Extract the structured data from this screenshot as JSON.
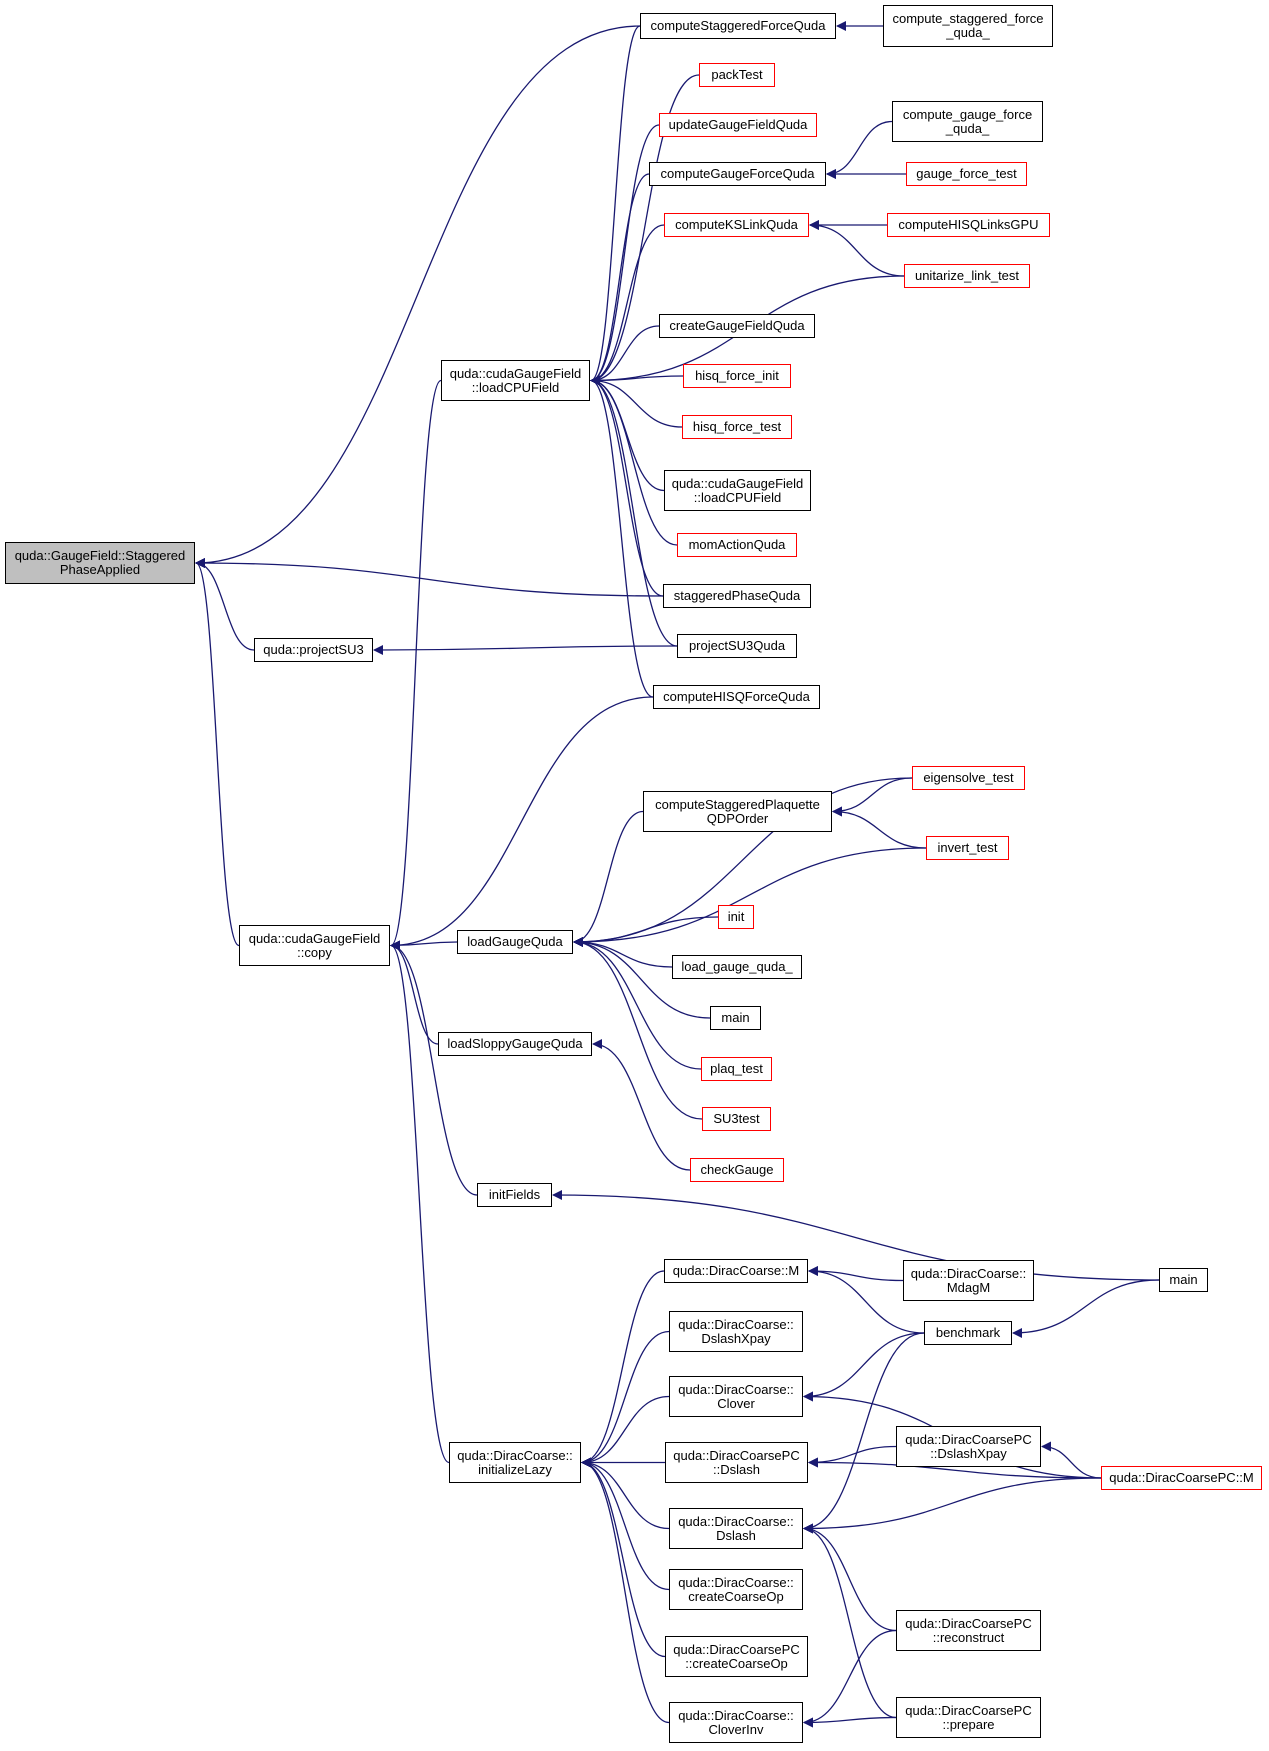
{
  "colors": {
    "edge": "#191970",
    "border_default": "#000000",
    "border_red": "#ff0000",
    "focus_fill": "#bfbfbf"
  },
  "nodes": [
    {
      "id": "n0",
      "label": "quda::GaugeField::Staggered\nPhaseApplied",
      "border": "black",
      "focus": true
    },
    {
      "id": "n1",
      "label": "quda::cudaGaugeField\n::loadCPUField",
      "border": "black"
    },
    {
      "id": "n2",
      "label": "quda::projectSU3",
      "border": "black"
    },
    {
      "id": "n3",
      "label": "quda::cudaGaugeField\n::copy",
      "border": "black"
    },
    {
      "id": "n4",
      "label": "computeStaggeredForceQuda",
      "border": "black"
    },
    {
      "id": "n5",
      "label": "compute_staggered_force\n_quda_",
      "border": "black"
    },
    {
      "id": "n6",
      "label": "packTest",
      "border": "red"
    },
    {
      "id": "n7",
      "label": "updateGaugeFieldQuda",
      "border": "red"
    },
    {
      "id": "n8",
      "label": "computeGaugeForceQuda",
      "border": "black"
    },
    {
      "id": "n9",
      "label": "compute_gauge_force\n_quda_",
      "border": "black"
    },
    {
      "id": "n10",
      "label": "gauge_force_test",
      "border": "red"
    },
    {
      "id": "n11",
      "label": "computeKSLinkQuda",
      "border": "red"
    },
    {
      "id": "n12",
      "label": "computeHISQLinksGPU",
      "border": "red"
    },
    {
      "id": "n13",
      "label": "unitarize_link_test",
      "border": "red"
    },
    {
      "id": "n14",
      "label": "createGaugeFieldQuda",
      "border": "black"
    },
    {
      "id": "n15",
      "label": "hisq_force_init",
      "border": "red"
    },
    {
      "id": "n16",
      "label": "hisq_force_test",
      "border": "red"
    },
    {
      "id": "n17",
      "label": "quda::cudaGaugeField\n::loadCPUField",
      "border": "black"
    },
    {
      "id": "n18",
      "label": "momActionQuda",
      "border": "red"
    },
    {
      "id": "n19",
      "label": "staggeredPhaseQuda",
      "border": "black"
    },
    {
      "id": "n20",
      "label": "projectSU3Quda",
      "border": "black"
    },
    {
      "id": "n21",
      "label": "computeHISQForceQuda",
      "border": "black"
    },
    {
      "id": "n22",
      "label": "computeStaggeredPlaquette\nQDPOrder",
      "border": "black"
    },
    {
      "id": "n23",
      "label": "eigensolve_test",
      "border": "red"
    },
    {
      "id": "n24",
      "label": "invert_test",
      "border": "red"
    },
    {
      "id": "n25",
      "label": "loadGaugeQuda",
      "border": "black"
    },
    {
      "id": "n26",
      "label": "init",
      "border": "red"
    },
    {
      "id": "n27",
      "label": "load_gauge_quda_",
      "border": "black"
    },
    {
      "id": "n28",
      "label": "main",
      "border": "black"
    },
    {
      "id": "n29",
      "label": "plaq_test",
      "border": "red"
    },
    {
      "id": "n30",
      "label": "SU3test",
      "border": "red"
    },
    {
      "id": "n31",
      "label": "loadSloppyGaugeQuda",
      "border": "black"
    },
    {
      "id": "n32",
      "label": "checkGauge",
      "border": "red"
    },
    {
      "id": "n33",
      "label": "initFields",
      "border": "black"
    },
    {
      "id": "n34",
      "label": "main",
      "border": "black"
    },
    {
      "id": "n35",
      "label": "quda::DiracCoarse::M",
      "border": "black"
    },
    {
      "id": "n36",
      "label": "quda::DiracCoarse::\nMdagM",
      "border": "black"
    },
    {
      "id": "n37",
      "label": "benchmark",
      "border": "black"
    },
    {
      "id": "n38",
      "label": "quda::DiracCoarse::\nDslashXpay",
      "border": "black"
    },
    {
      "id": "n39",
      "label": "quda::DiracCoarse::\nClover",
      "border": "black"
    },
    {
      "id": "n40",
      "label": "quda::DiracCoarsePC\n::DslashXpay",
      "border": "black"
    },
    {
      "id": "n41",
      "label": "quda::DiracCoarse::\ninitializeLazy",
      "border": "black"
    },
    {
      "id": "n42",
      "label": "quda::DiracCoarsePC\n::Dslash",
      "border": "black"
    },
    {
      "id": "n43",
      "label": "quda::DiracCoarsePC::M",
      "border": "red"
    },
    {
      "id": "n44",
      "label": "quda::DiracCoarse::\nDslash",
      "border": "black"
    },
    {
      "id": "n45",
      "label": "quda::DiracCoarse::\ncreateCoarseOp",
      "border": "black"
    },
    {
      "id": "n46",
      "label": "quda::DiracCoarsePC\n::reconstruct",
      "border": "black"
    },
    {
      "id": "n47",
      "label": "quda::DiracCoarsePC\n::createCoarseOp",
      "border": "black"
    },
    {
      "id": "n48",
      "label": "quda::DiracCoarse::\nCloverInv",
      "border": "black"
    },
    {
      "id": "n49",
      "label": "quda::DiracCoarsePC\n::prepare",
      "border": "black"
    }
  ],
  "edges": [
    [
      "n0",
      "n4"
    ],
    [
      "n0",
      "n19"
    ],
    [
      "n0",
      "n2"
    ],
    [
      "n0",
      "n3"
    ],
    [
      "n2",
      "n20"
    ],
    [
      "n1",
      "n4"
    ],
    [
      "n1",
      "n6"
    ],
    [
      "n1",
      "n7"
    ],
    [
      "n1",
      "n8"
    ],
    [
      "n1",
      "n11"
    ],
    [
      "n1",
      "n13"
    ],
    [
      "n1",
      "n14"
    ],
    [
      "n1",
      "n15"
    ],
    [
      "n1",
      "n16"
    ],
    [
      "n1",
      "n17"
    ],
    [
      "n1",
      "n18"
    ],
    [
      "n1",
      "n19"
    ],
    [
      "n1",
      "n20"
    ],
    [
      "n1",
      "n21"
    ],
    [
      "n4",
      "n5"
    ],
    [
      "n8",
      "n9"
    ],
    [
      "n8",
      "n10"
    ],
    [
      "n11",
      "n12"
    ],
    [
      "n11",
      "n13"
    ],
    [
      "n3",
      "n1"
    ],
    [
      "n3",
      "n21"
    ],
    [
      "n3",
      "n25"
    ],
    [
      "n3",
      "n31"
    ],
    [
      "n3",
      "n33"
    ],
    [
      "n3",
      "n41"
    ],
    [
      "n25",
      "n23"
    ],
    [
      "n25",
      "n22"
    ],
    [
      "n25",
      "n24"
    ],
    [
      "n25",
      "n26"
    ],
    [
      "n25",
      "n27"
    ],
    [
      "n25",
      "n28"
    ],
    [
      "n25",
      "n29"
    ],
    [
      "n25",
      "n30"
    ],
    [
      "n22",
      "n23"
    ],
    [
      "n22",
      "n24"
    ],
    [
      "n31",
      "n32"
    ],
    [
      "n33",
      "n34"
    ],
    [
      "n41",
      "n35"
    ],
    [
      "n41",
      "n38"
    ],
    [
      "n41",
      "n39"
    ],
    [
      "n41",
      "n42"
    ],
    [
      "n41",
      "n44"
    ],
    [
      "n41",
      "n45"
    ],
    [
      "n41",
      "n47"
    ],
    [
      "n41",
      "n48"
    ],
    [
      "n35",
      "n36"
    ],
    [
      "n35",
      "n37"
    ],
    [
      "n37",
      "n34"
    ],
    [
      "n39",
      "n37"
    ],
    [
      "n39",
      "n43"
    ],
    [
      "n42",
      "n40"
    ],
    [
      "n42",
      "n43"
    ],
    [
      "n40",
      "n43"
    ],
    [
      "n44",
      "n37"
    ],
    [
      "n44",
      "n43"
    ],
    [
      "n44",
      "n46"
    ],
    [
      "n44",
      "n49"
    ],
    [
      "n48",
      "n46"
    ],
    [
      "n48",
      "n49"
    ]
  ]
}
